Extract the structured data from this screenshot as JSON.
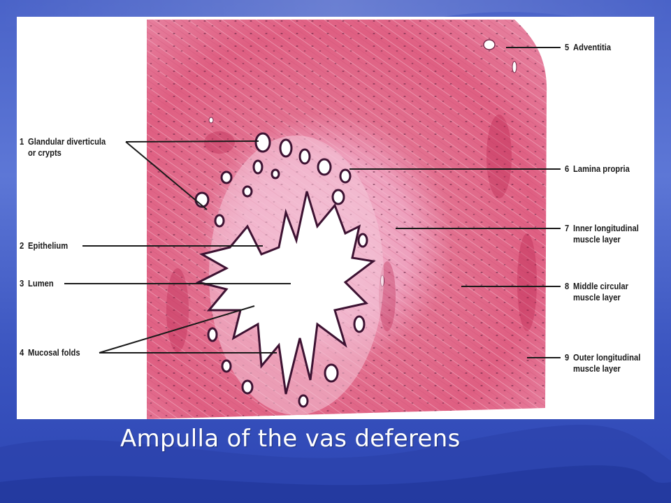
{
  "slide": {
    "caption": "Ampulla of the vas deferens"
  },
  "labels": {
    "left": [
      {
        "number": "1",
        "line1": "Glandular diverticula",
        "line2": "or crypts"
      },
      {
        "number": "2",
        "line1": "Epithelium",
        "line2": ""
      },
      {
        "number": "3",
        "line1": "Lumen",
        "line2": ""
      },
      {
        "number": "4",
        "line1": "Mucosal folds",
        "line2": ""
      }
    ],
    "right": [
      {
        "number": "5",
        "line1": "Adventitia",
        "line2": ""
      },
      {
        "number": "6",
        "line1": "Lamina propria",
        "line2": ""
      },
      {
        "number": "7",
        "line1": "Inner longitudinal",
        "line2": "muscle layer"
      },
      {
        "number": "8",
        "line1": "Middle circular",
        "line2": "muscle layer"
      },
      {
        "number": "9",
        "line1": "Outer longitudinal",
        "line2": "muscle layer"
      }
    ]
  },
  "colors": {
    "background_blue": "#4a63c8",
    "tissue_pink": "#e26a8c",
    "lumen_white": "#ffffff",
    "epithelium_dark": "#4a1a3a"
  }
}
